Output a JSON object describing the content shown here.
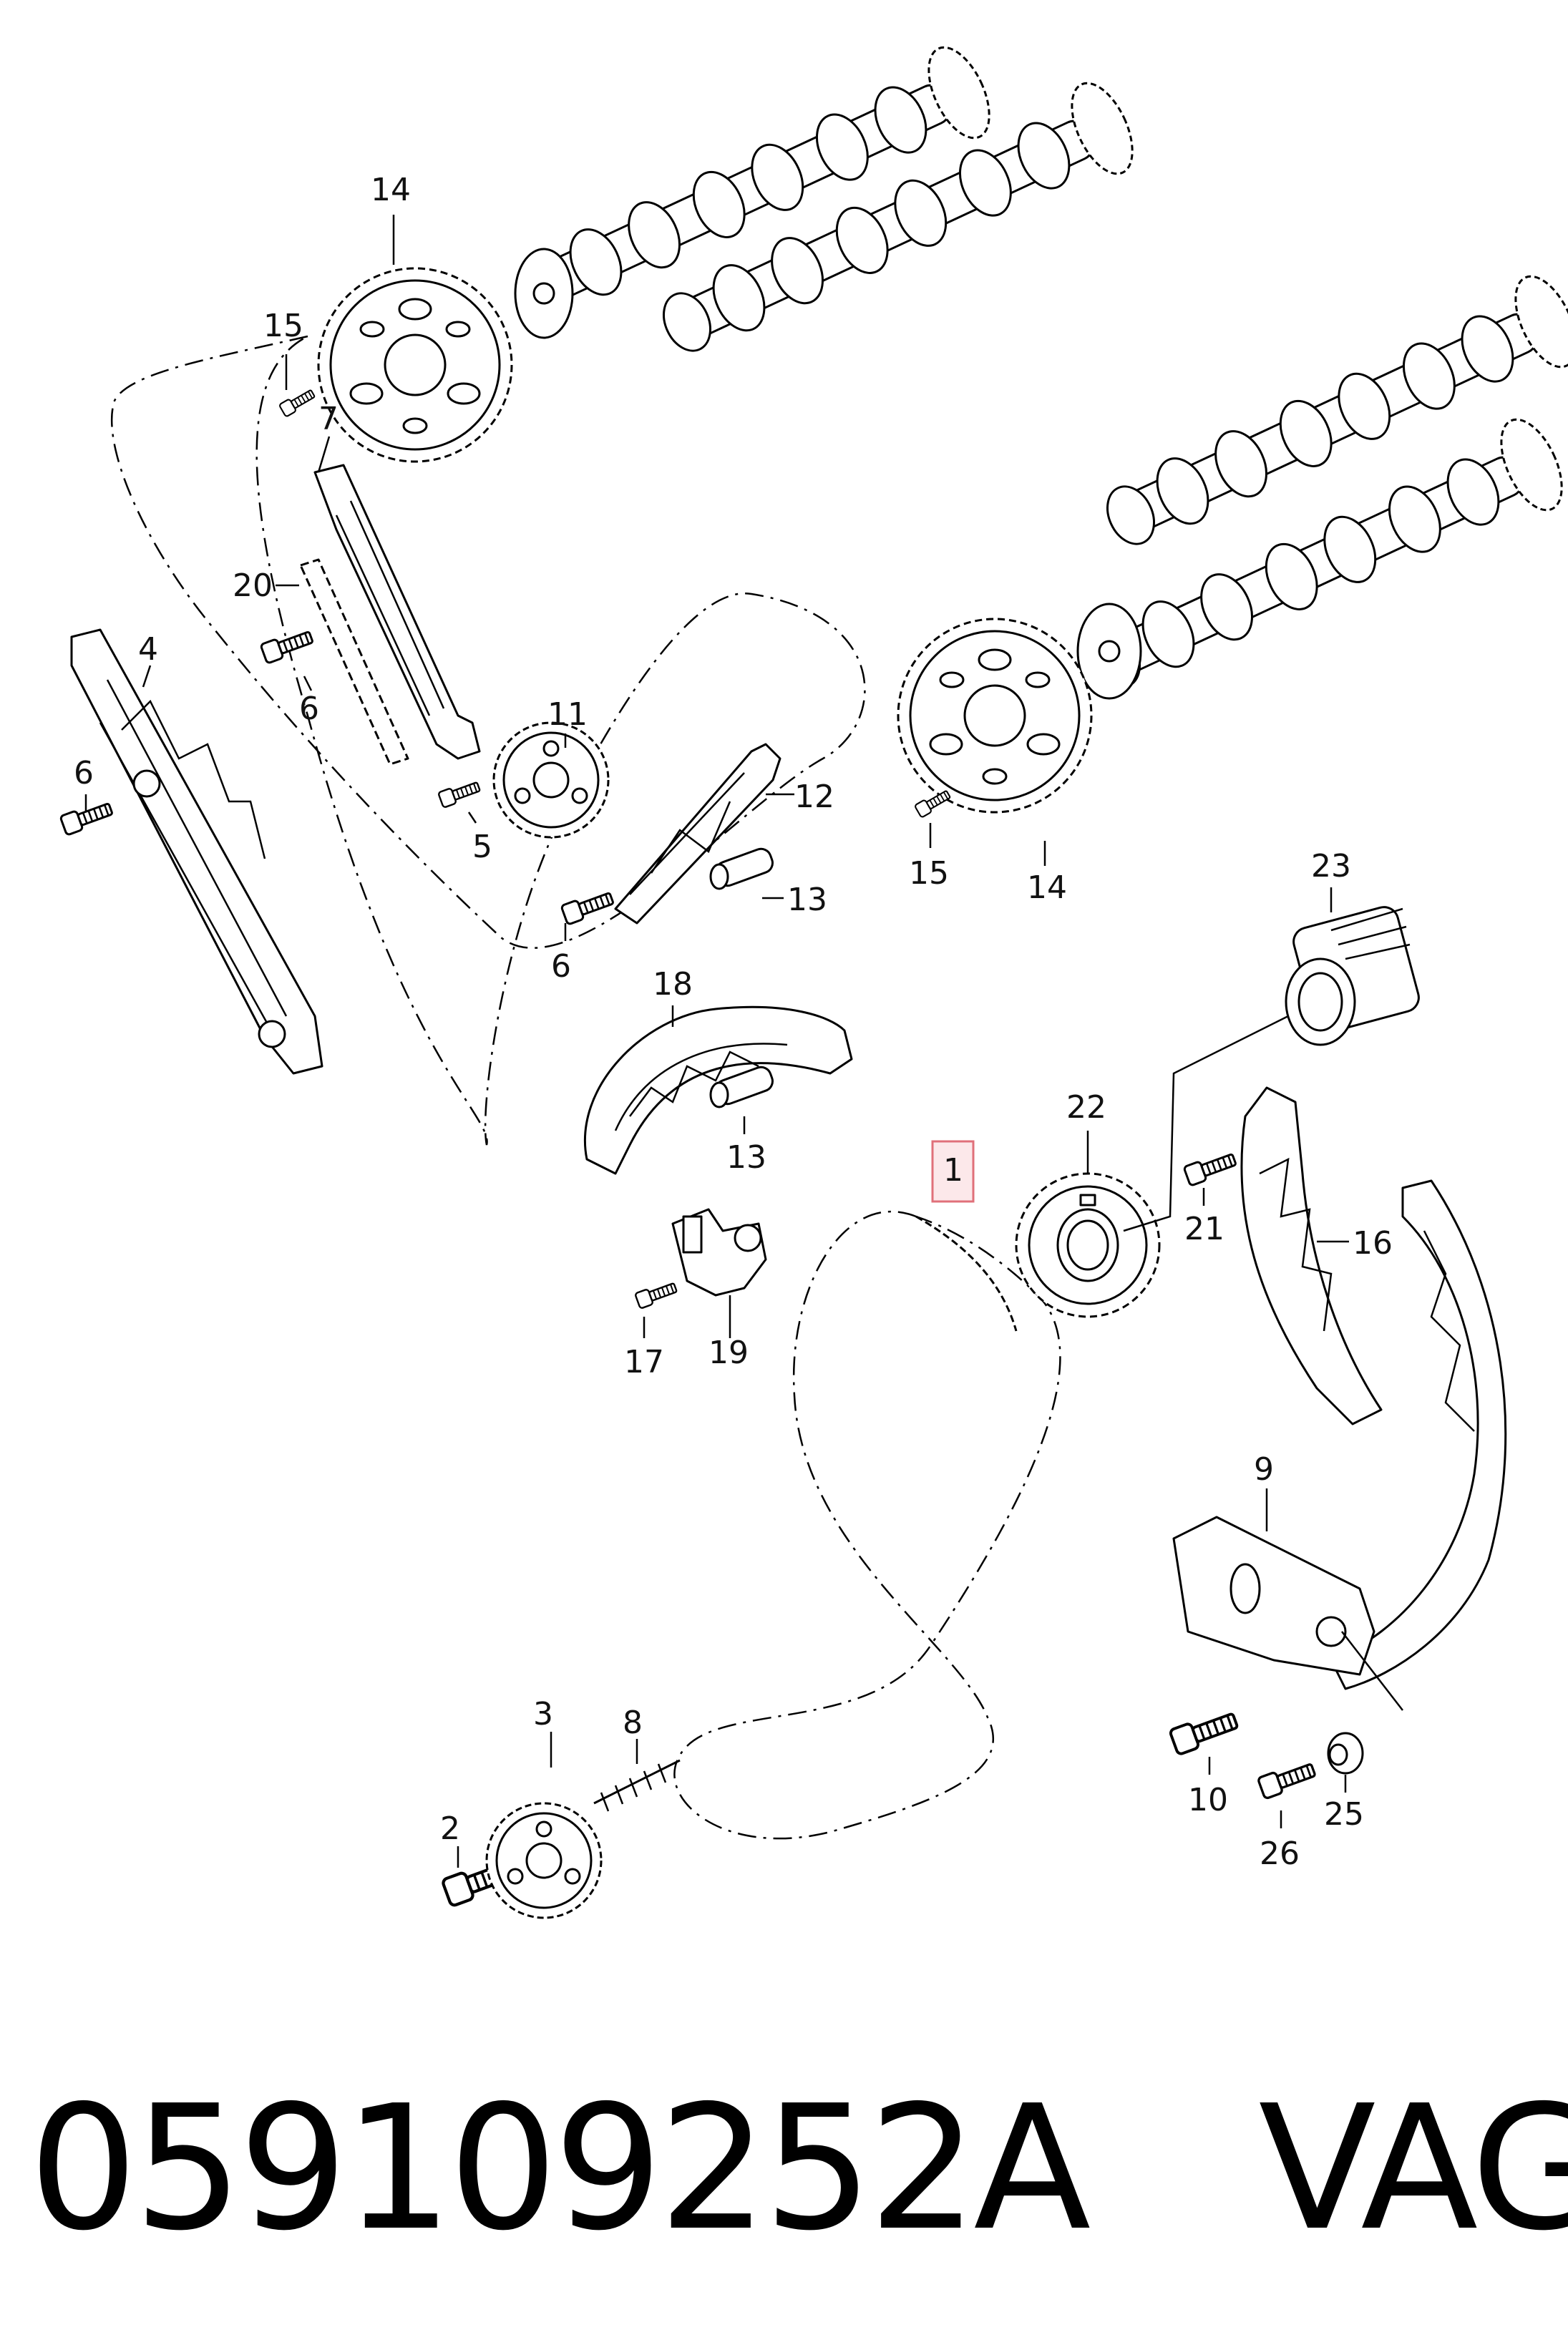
{
  "diagram": {
    "callouts": [
      {
        "id": "c14a",
        "label": "14"
      },
      {
        "id": "c15a",
        "label": "15"
      },
      {
        "id": "c7",
        "label": "7"
      },
      {
        "id": "c20",
        "label": "20"
      },
      {
        "id": "c4",
        "label": "4"
      },
      {
        "id": "c6a",
        "label": "6"
      },
      {
        "id": "c6b",
        "label": "6"
      },
      {
        "id": "c11",
        "label": "11"
      },
      {
        "id": "c5",
        "label": "5"
      },
      {
        "id": "c12",
        "label": "12"
      },
      {
        "id": "c13a",
        "label": "13"
      },
      {
        "id": "c6c",
        "label": "6"
      },
      {
        "id": "c15b",
        "label": "15"
      },
      {
        "id": "c14b",
        "label": "14"
      },
      {
        "id": "c23",
        "label": "23"
      },
      {
        "id": "c18",
        "label": "18"
      },
      {
        "id": "c13b",
        "label": "13"
      },
      {
        "id": "c22",
        "label": "22"
      },
      {
        "id": "c1",
        "label": "1"
      },
      {
        "id": "c21",
        "label": "21"
      },
      {
        "id": "c16",
        "label": "16"
      },
      {
        "id": "c17",
        "label": "17"
      },
      {
        "id": "c19",
        "label": "19"
      },
      {
        "id": "c9",
        "label": "9"
      },
      {
        "id": "c3",
        "label": "3"
      },
      {
        "id": "c8",
        "label": "8"
      },
      {
        "id": "c2",
        "label": "2"
      },
      {
        "id": "c10",
        "label": "10"
      },
      {
        "id": "c26",
        "label": "26"
      },
      {
        "id": "c25",
        "label": "25"
      }
    ],
    "highlighted_part": "1",
    "highlight_color": "#e0707a"
  },
  "footer": {
    "part_number": "059109252A",
    "brand": "VAG"
  }
}
